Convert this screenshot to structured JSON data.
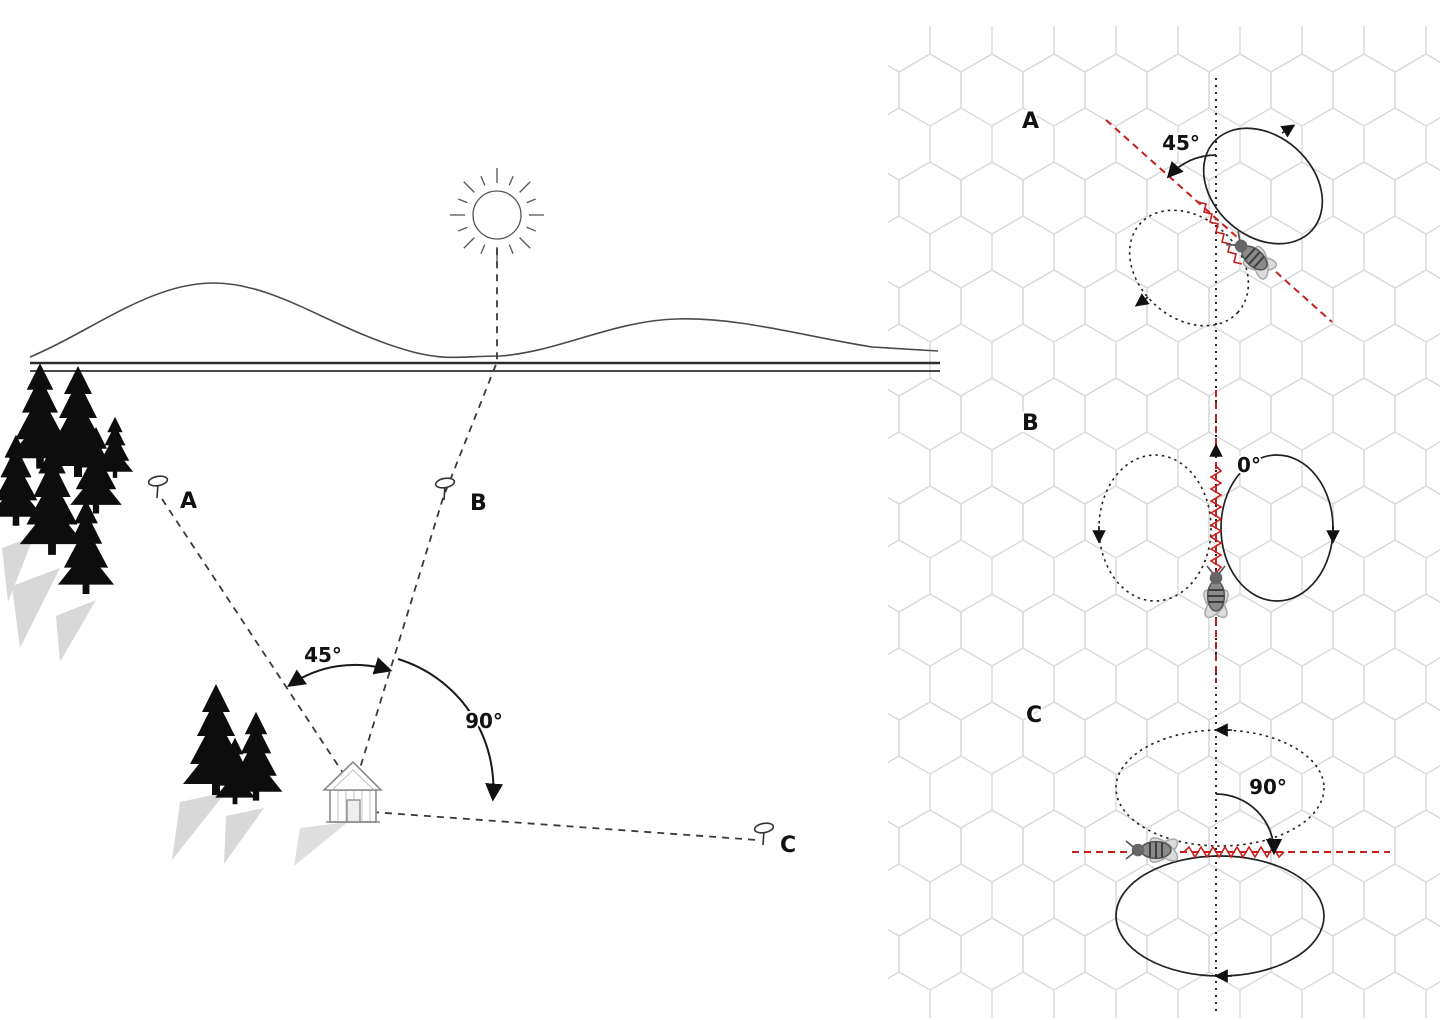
{
  "figure": "bee-waggle-dance-direction-diagram",
  "colors": {
    "accent_red": "#c81e1e",
    "ink": "#222222",
    "hex_grid": "#d9d9d9",
    "tree": "#0d0d0d",
    "shadow_gray": "#d2d2d2"
  },
  "field": {
    "flag_a": "A",
    "flag_b": "B",
    "flag_c": "C",
    "angle_ab": "45°",
    "angle_bc": "90°"
  },
  "comb": {
    "panels": [
      {
        "label": "A",
        "angle": "45°"
      },
      {
        "label": "B",
        "angle": "0°"
      },
      {
        "label": "C",
        "angle": "90°"
      }
    ]
  }
}
